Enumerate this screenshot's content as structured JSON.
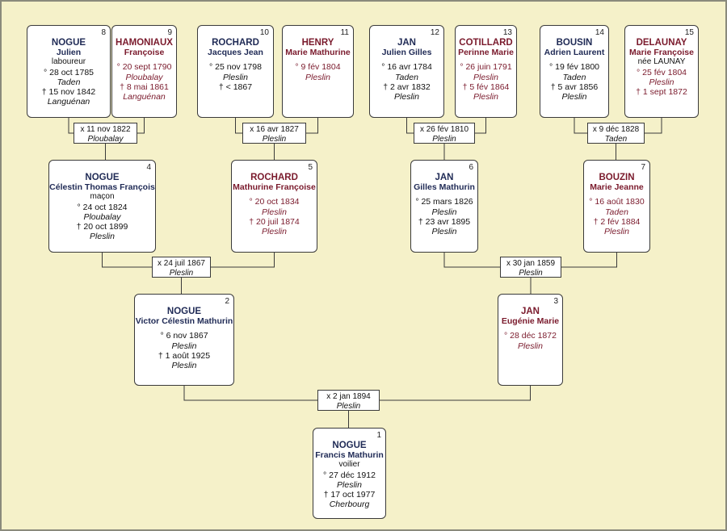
{
  "people": [
    {
      "num": "8",
      "sex": "male",
      "surname": "NOGUE",
      "given": "Julien",
      "occupation": "laboureur",
      "birth": "° 28 oct 1785",
      "birth_place": "Taden",
      "death": "† 15 nov 1842",
      "death_place": "Languénan"
    },
    {
      "num": "9",
      "sex": "female",
      "surname": "HAMONIAUX",
      "given": "Françoise",
      "birth": "° 20 sept 1790",
      "birth_place": "Ploubalay",
      "death": "† 8 mai 1861",
      "death_place": "Languénan"
    },
    {
      "num": "10",
      "sex": "male",
      "surname": "ROCHARD",
      "given": "Jacques Jean",
      "birth": "° 25 nov 1798",
      "birth_place": "Pleslin",
      "death": "† < 1867"
    },
    {
      "num": "11",
      "sex": "female",
      "surname": "HENRY",
      "given": "Marie Mathurine",
      "birth": "° 9 fév 1804",
      "birth_place": "Pleslin"
    },
    {
      "num": "12",
      "sex": "male",
      "surname": "JAN",
      "given": "Julien Gilles",
      "birth": "° 16 avr 1784",
      "birth_place": "Taden",
      "death": "† 2 avr 1832",
      "death_place": "Pleslin"
    },
    {
      "num": "13",
      "sex": "female",
      "surname": "COTILLARD",
      "given": "Perinne Marie",
      "birth": "° 26 juin 1791",
      "birth_place": "Pleslin",
      "death": "† 5 fév 1864",
      "death_place": "Pleslin"
    },
    {
      "num": "14",
      "sex": "male",
      "surname": "BOUSIN",
      "given": "Adrien Laurent",
      "birth": "° 19 fév 1800",
      "birth_place": "Taden",
      "death": "† 5 avr 1856",
      "death_place": "Pleslin"
    },
    {
      "num": "15",
      "sex": "female",
      "surname": "DELAUNAY",
      "given": "Marie Françoise",
      "note": "née LAUNAY",
      "birth": "° 25 fév 1804",
      "birth_place": "Pleslin",
      "death": "† 1 sept 1872"
    },
    {
      "num": "4",
      "sex": "male",
      "surname": "NOGUE",
      "given": "Célestin Thomas François",
      "occupation": "maçon",
      "birth": "° 24 oct 1824",
      "birth_place": "Ploubalay",
      "death": "† 20 oct 1899",
      "death_place": "Pleslin"
    },
    {
      "num": "5",
      "sex": "female",
      "surname": "ROCHARD",
      "given": "Mathurine Françoise",
      "birth": "° 20 oct 1834",
      "birth_place": "Pleslin",
      "death": "† 20 juil 1874",
      "death_place": "Pleslin"
    },
    {
      "num": "6",
      "sex": "male",
      "surname": "JAN",
      "given": "Gilles Mathurin",
      "birth": "° 25 mars 1826",
      "birth_place": "Pleslin",
      "death": "† 23 avr 1895",
      "death_place": "Pleslin"
    },
    {
      "num": "7",
      "sex": "female",
      "surname": "BOUZIN",
      "given": "Marie Jeanne",
      "birth": "° 16 août 1830",
      "birth_place": "Taden",
      "death": "† 2 fév 1884",
      "death_place": "Pleslin"
    },
    {
      "num": "2",
      "sex": "male",
      "surname": "NOGUE",
      "given": "Victor Célestin Mathurin",
      "birth": "° 6 nov 1867",
      "birth_place": "Pleslin",
      "death": "† 1 août 1925",
      "death_place": "Pleslin"
    },
    {
      "num": "3",
      "sex": "female",
      "surname": "JAN",
      "given": "Eugénie Marie",
      "birth": "° 28 déc 1872",
      "birth_place": "Pleslin"
    },
    {
      "num": "1",
      "sex": "male",
      "surname": "NOGUE",
      "given": "Francis Mathurin",
      "occupation": "voilier",
      "birth": "° 27 déc 1912",
      "birth_place": "Pleslin",
      "death": "† 17 oct 1977",
      "death_place": "Cherbourg"
    }
  ],
  "marriages": [
    {
      "date": "x 11 nov 1822",
      "place": "Ploubalay"
    },
    {
      "date": "x 16 avr 1827",
      "place": "Pleslin"
    },
    {
      "date": "x 26 fév 1810",
      "place": "Pleslin"
    },
    {
      "date": "x 9 déc 1828",
      "place": "Taden"
    },
    {
      "date": "x 24 juil 1867",
      "place": "Pleslin"
    },
    {
      "date": "x 30 jan 1859",
      "place": "Pleslin"
    },
    {
      "date": "x 2 jan 1894",
      "place": "Pleslin"
    }
  ]
}
